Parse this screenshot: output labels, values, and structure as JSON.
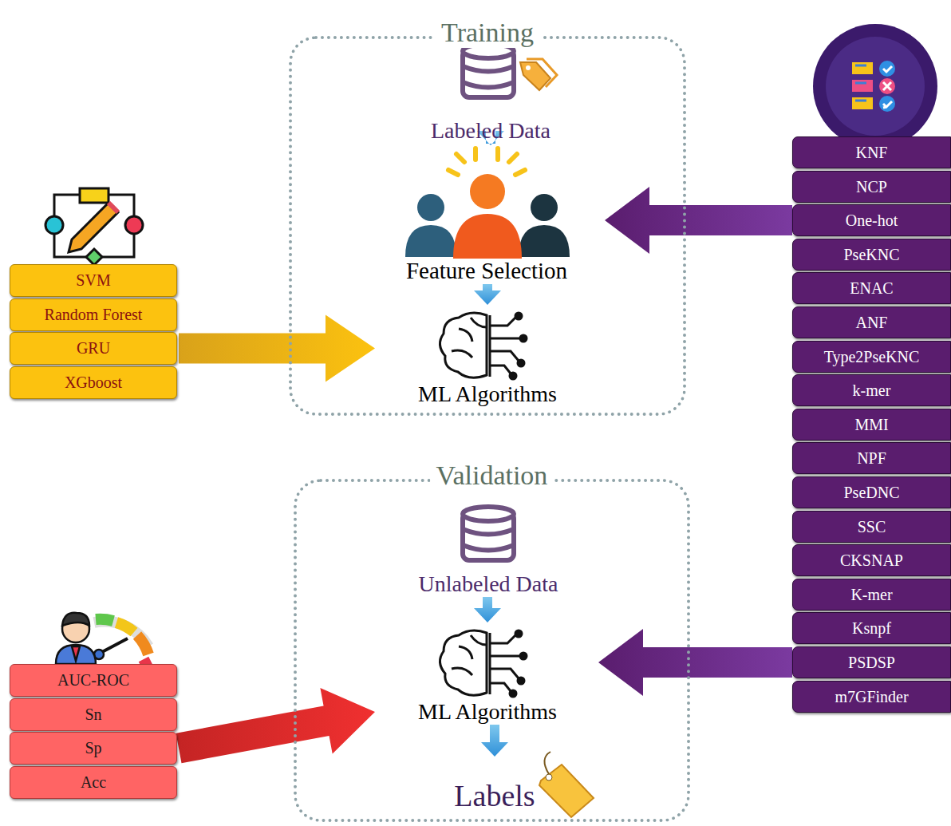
{
  "diagram": {
    "nodes": [
      {
        "text": [
          "Training"
        ]
      },
      {
        "text": [
          "Labeled Data"
        ],
        "in": 0
      },
      {
        "text": [
          "Feature Selection"
        ],
        "in": 0
      },
      {
        "text": [
          "ML Algorithms"
        ],
        "in": 0
      },
      {
        "text": [
          "SVM"
        ]
      },
      {
        "text": [
          "Random Forest"
        ]
      },
      {
        "text": [
          "GRU"
        ]
      },
      {
        "text": [
          "XGboost"
        ]
      },
      {
        "text": [
          "KNF"
        ]
      },
      {
        "text": [
          "NCP"
        ]
      },
      {
        "text": [
          "One-hot"
        ]
      },
      {
        "text": [
          "PseKNC"
        ]
      },
      {
        "text": [
          "ENAC"
        ]
      },
      {
        "text": [
          "ANF"
        ]
      },
      {
        "text": [
          "Type2PseKNC"
        ]
      },
      {
        "text": [
          "k-mer"
        ]
      },
      {
        "text": [
          "MMI"
        ]
      },
      {
        "text": [
          "NPF"
        ]
      },
      {
        "text": [
          "PseDNC"
        ]
      },
      {
        "text": [
          "SSC"
        ]
      },
      {
        "text": [
          "CKSNAP"
        ]
      },
      {
        "text": [
          "K-mer"
        ]
      },
      {
        "text": [
          "Ksnpf"
        ]
      },
      {
        "text": [
          "PSDSP"
        ]
      },
      {
        "text": [
          "m7GFinder"
        ]
      },
      {
        "text": [
          "Validation"
        ]
      },
      {
        "text": [
          "Unlabeled Data"
        ],
        "in": 25
      },
      {
        "text": [
          "ML Algorithms"
        ],
        "in": 25
      },
      {
        "text": [
          "Labels"
        ],
        "in": 25
      },
      {
        "text": [
          "AUC-ROC"
        ]
      },
      {
        "text": [
          "Sn"
        ]
      },
      {
        "text": [
          "Sp"
        ]
      },
      {
        "text": [
          "Acc"
        ]
      }
    ],
    "edges": [
      {
        "from": 1,
        "to": 2,
        "arrow": "to"
      },
      {
        "from": 2,
        "to": 3,
        "arrow": "to"
      },
      {
        "from": 6,
        "to": 3,
        "arrow": "to"
      },
      {
        "from": 10,
        "to": 2,
        "arrow": "to"
      },
      {
        "from": 26,
        "to": 27,
        "arrow": "to"
      },
      {
        "from": 27,
        "to": 28,
        "arrow": "to"
      },
      {
        "from": 31,
        "to": 27,
        "arrow": "to"
      },
      {
        "from": 23,
        "to": 27,
        "arrow": "to"
      }
    ]
  }
}
